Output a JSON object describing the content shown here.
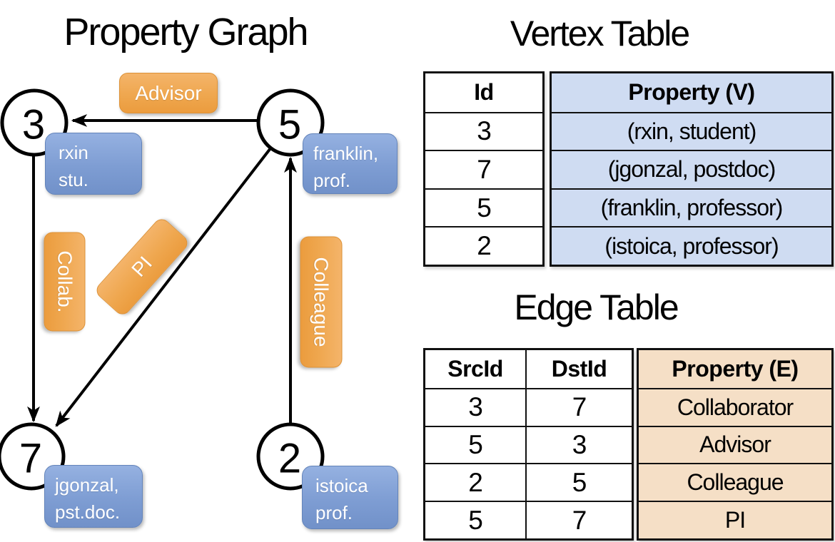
{
  "titles": {
    "graph": "Property Graph",
    "vertex_table": "Vertex Table",
    "edge_table": "Edge Table"
  },
  "graph": {
    "nodes": [
      {
        "id": "3"
      },
      {
        "id": "5"
      },
      {
        "id": "7"
      },
      {
        "id": "2"
      }
    ],
    "edge_labels": [
      {
        "text": "Advisor"
      },
      {
        "text": "Collab."
      },
      {
        "text": "PI"
      },
      {
        "text": "Colleague"
      }
    ],
    "vertex_boxes": [
      {
        "line1": "rxin",
        "line2": "stu."
      },
      {
        "line1": "franklin,",
        "line2": "prof."
      },
      {
        "line1": "jgonzal,",
        "line2": "pst.doc."
      },
      {
        "line1": "istoica",
        "line2": "prof."
      }
    ]
  },
  "vertex_table": {
    "id_header": "Id",
    "property_header": "Property (V)",
    "rows": [
      {
        "id": "3",
        "property": "(rxin, student)"
      },
      {
        "id": "7",
        "property": "(jgonzal, postdoc)"
      },
      {
        "id": "5",
        "property": "(franklin, professor)"
      },
      {
        "id": "2",
        "property": "(istoica, professor)"
      }
    ]
  },
  "edge_table": {
    "src_header": "SrcId",
    "dst_header": "DstId",
    "property_header": "Property (E)",
    "rows": [
      {
        "src": "3",
        "dst": "7",
        "property": "Collaborator"
      },
      {
        "src": "5",
        "dst": "3",
        "property": "Advisor"
      },
      {
        "src": "2",
        "dst": "5",
        "property": "Colleague"
      },
      {
        "src": "5",
        "dst": "7",
        "property": "PI"
      }
    ]
  },
  "colors": {
    "edge_label_orange": "#EFA74F",
    "vertex_label_blue": "#7E9DD3",
    "vertex_table_fill": "#CFDCF2",
    "edge_table_fill": "#F5DFC6",
    "line_black": "#000000"
  }
}
